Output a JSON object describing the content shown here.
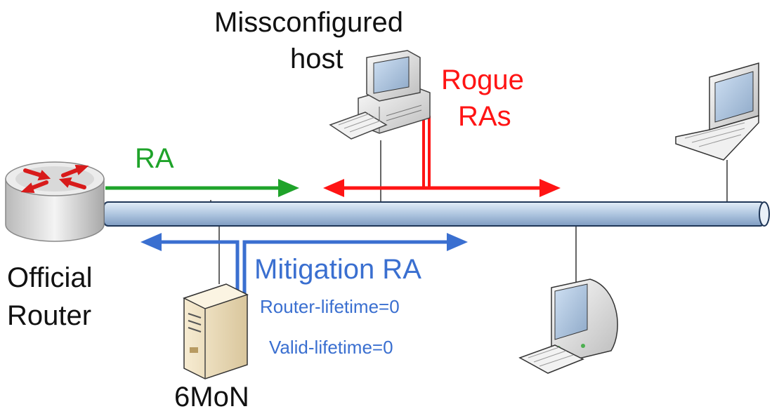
{
  "labels": {
    "misconfigured_line1": "Missconfigured",
    "misconfigured_line2": "host",
    "rogue_line1": "Rogue",
    "rogue_line2": "RAs",
    "ra": "RA",
    "official_line1": "Official",
    "official_line2": "Router",
    "mitigation": "Mitigation RA",
    "router_lifetime": "Router-lifetime=0",
    "valid_lifetime": "Valid-lifetime=0",
    "sixmon": "6MoN"
  },
  "colors": {
    "ra": "#1fa32a",
    "rogue": "#ff1414",
    "mitigation": "#3a6fd0",
    "bus": "#b7cbe3",
    "text": "#111111"
  },
  "icons": [
    "router-icon",
    "desktop-computer-icon",
    "laptop-icon",
    "crt-monitor-icon",
    "server-icon"
  ]
}
